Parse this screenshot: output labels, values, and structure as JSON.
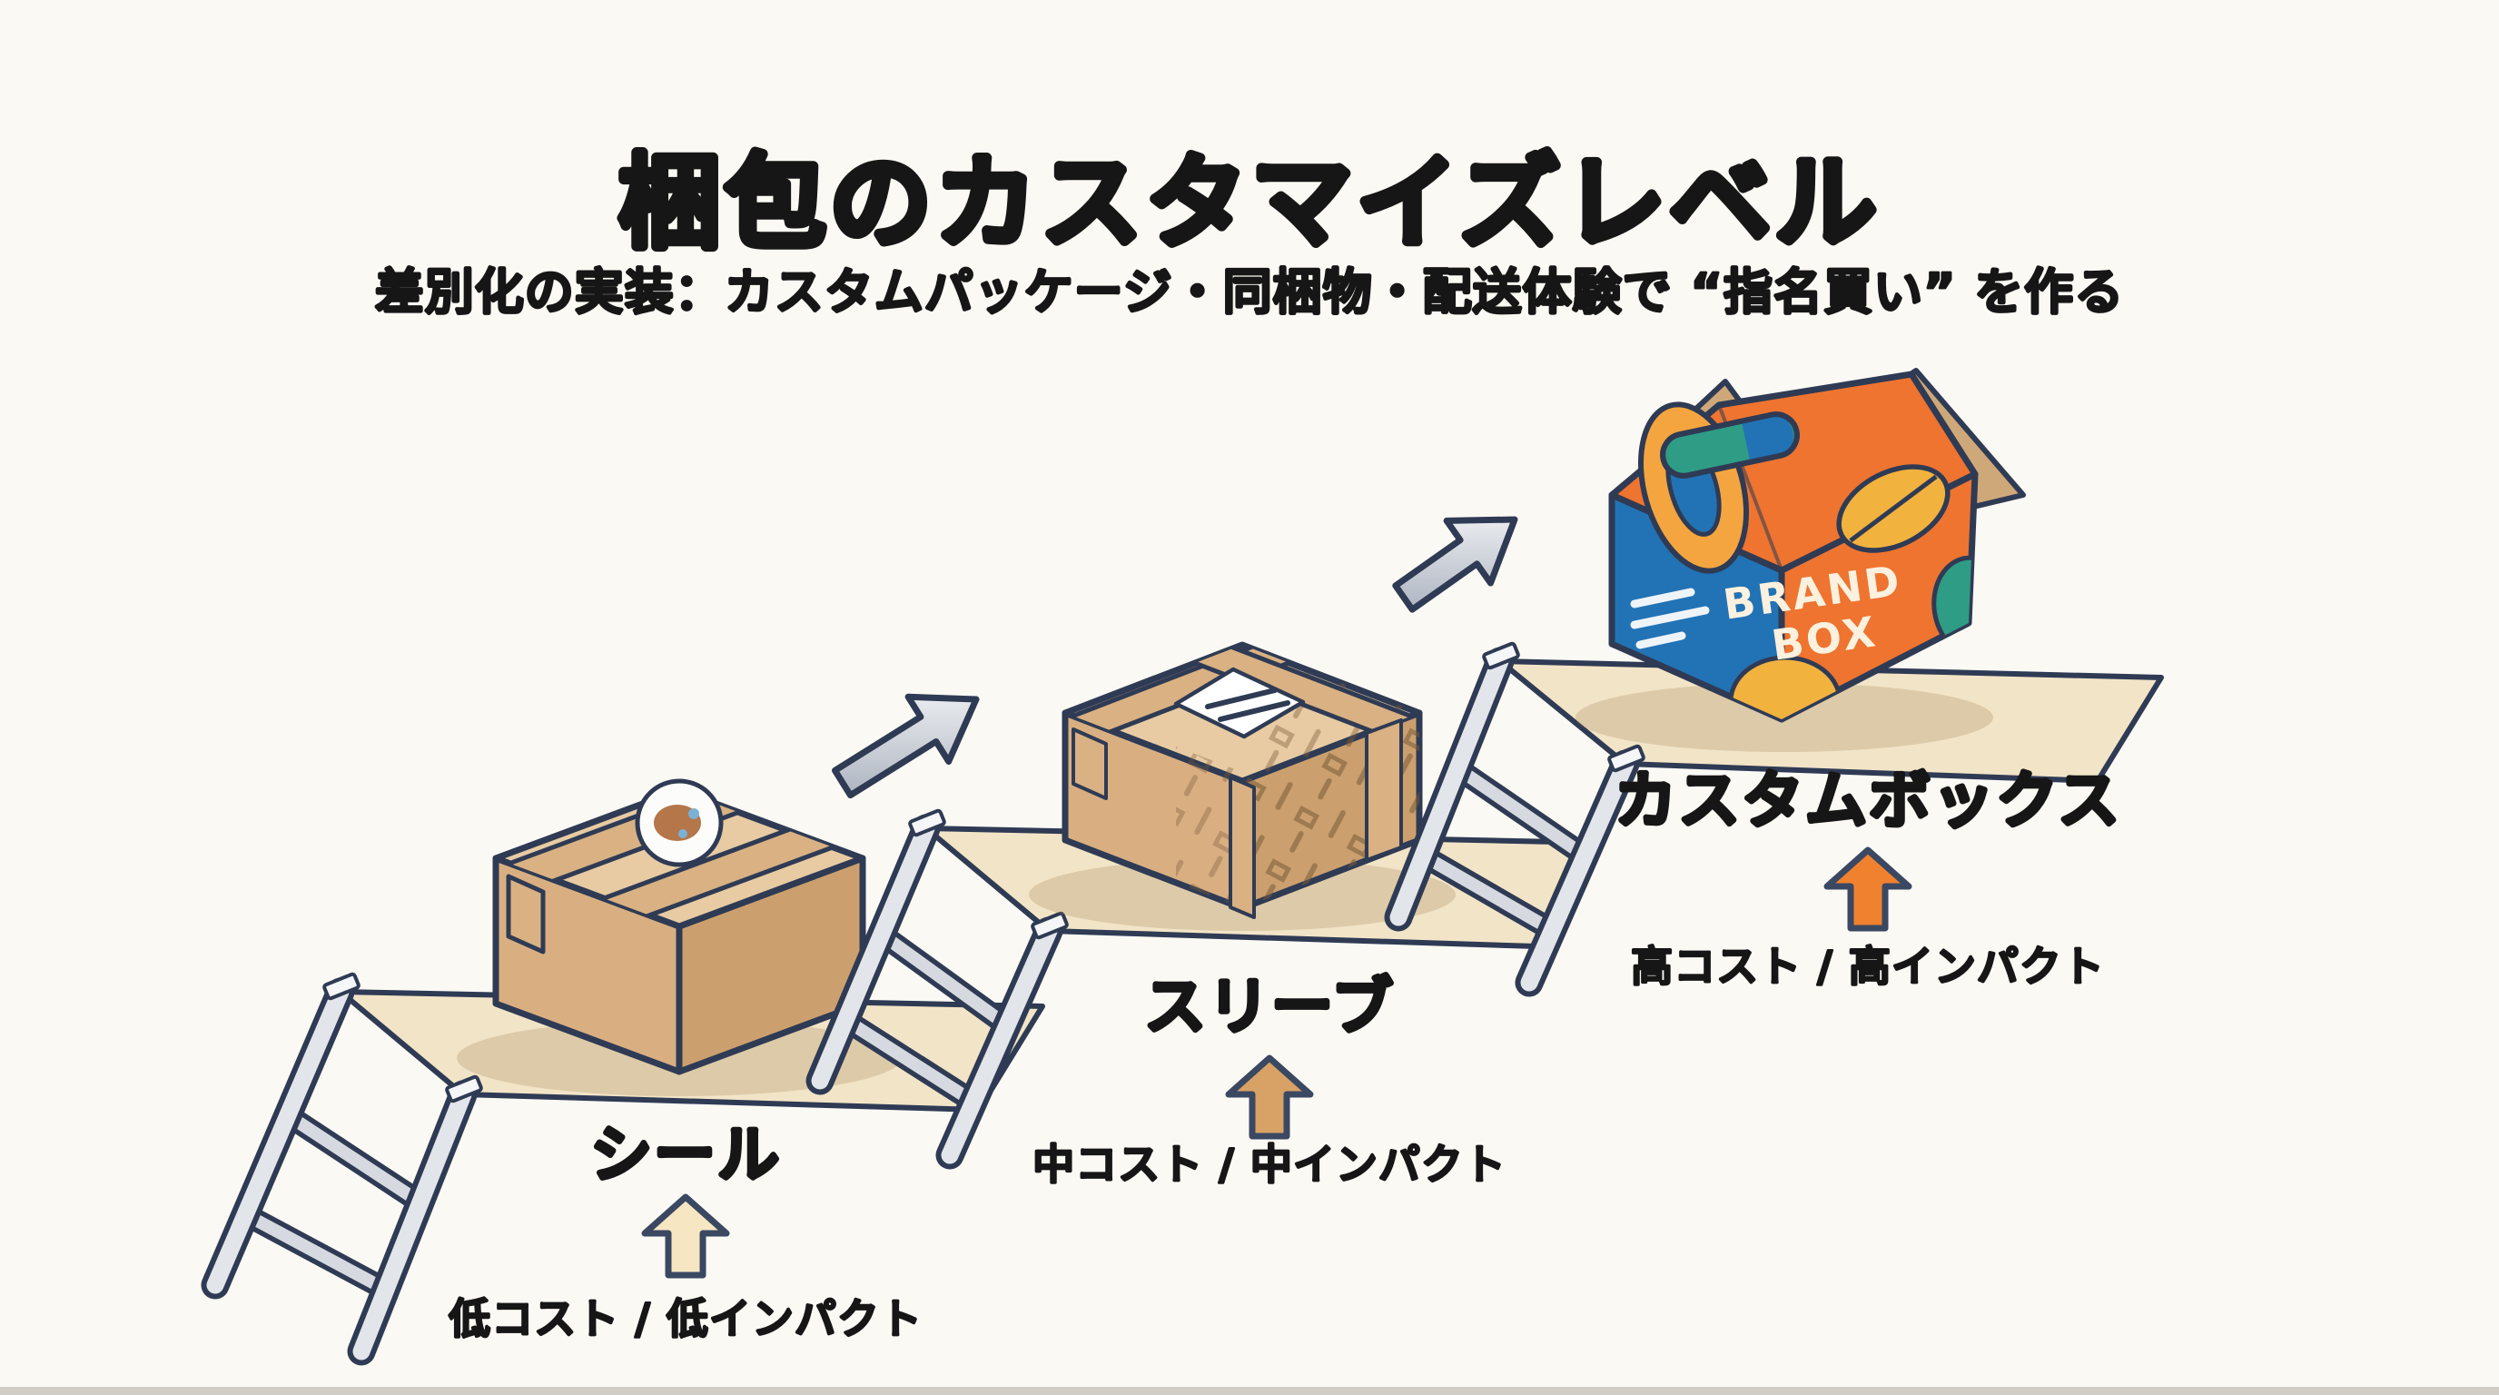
{
  "header": {
    "title": "梱包のカスタマイズレベル",
    "subtitle": "差別化の実装：カスタムパッケージ・同梱物・配送体験で “指名買い” を作る"
  },
  "stages": [
    {
      "id": "seal",
      "label": "シール",
      "caption": "低コスト / 低インパクト",
      "arrow_color": "#f6e6c2",
      "box_icon": "cardboard-box-with-sticker"
    },
    {
      "id": "sleeve",
      "label": "スリーブ",
      "caption": "中コスト / 中インパクト",
      "arrow_color": "#d8a266",
      "box_icon": "cardboard-box-with-patterned-sleeve"
    },
    {
      "id": "custom-box",
      "label": "カスタムボックス",
      "caption": "高コスト / 高インパクト",
      "arrow_color": "#f0812f",
      "box_icon": "branded-gable-box"
    }
  ],
  "brand_box": {
    "line1": "BRAND",
    "line2": "BOX"
  },
  "icons": {
    "progress_arrow": "arrow-up-right",
    "level_arrow": "block-arrow-up",
    "ladder": "step-ladder"
  },
  "colors": {
    "background": "#fbf9f4",
    "outline": "#2f3b54",
    "platform": "#f2e4c7",
    "cardboard_top": "#e8cba3",
    "cardboard_left": "#d9af82",
    "cardboard_right": "#cba06e",
    "tape": "#d9b183",
    "ladder_fill": "#e2e5ea",
    "silver_arrow": "#c7ccd5",
    "brand_blue": "#2273b5",
    "brand_orange": "#ee7430",
    "brand_yellow": "#f2b23e",
    "brand_teal": "#2f9c85",
    "kraft": "#cfa87a",
    "text": "#161616"
  }
}
